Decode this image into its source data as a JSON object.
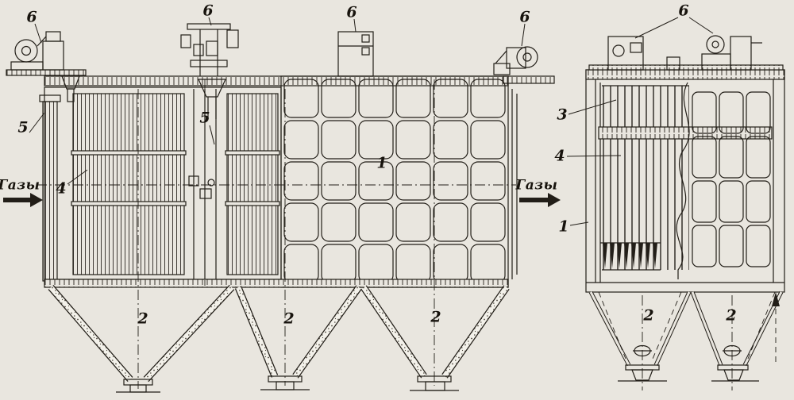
{
  "drawing": {
    "kind": "technical-line-drawing",
    "subject": "electrostatic-precipitator-two-views",
    "ink_color": "#221e18",
    "paper_color": "#e9e6df",
    "gas_inlet_label": "Газы",
    "gas_outlet_label": "Газы",
    "side_view": {
      "rapper_left": "6",
      "rapper_mid_frame": "6",
      "rapper_center_box": "6",
      "rapper_right": "6",
      "inlet_wall": "5",
      "center_suspension": "5",
      "collecting_plates": "4",
      "casing_grid_cell": "1",
      "hopper_left": "2",
      "hopper_mid": "2",
      "hopper_right": "2"
    },
    "end_view": {
      "rappers": "6",
      "corona_electrodes": "3",
      "collecting_plates": "4",
      "casing_wall": "1",
      "hopper_left": "2",
      "hopper_right": "2"
    }
  }
}
